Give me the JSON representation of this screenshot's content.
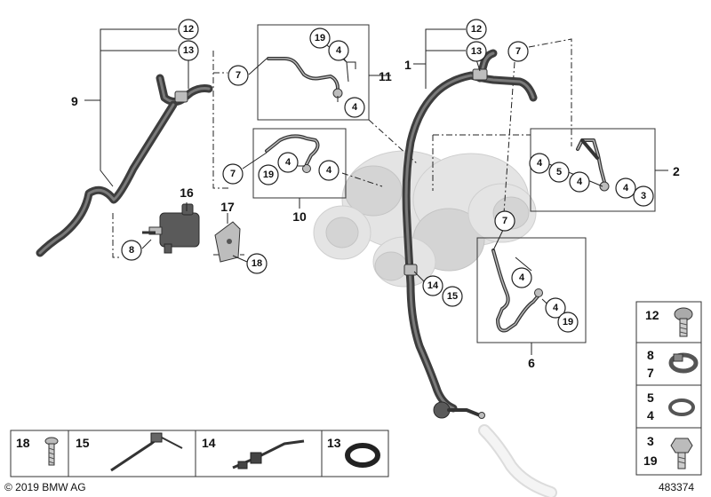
{
  "callouts": {
    "c12a": "12",
    "c13a": "13",
    "c7a": "7",
    "c19a": "19",
    "c4a": "4",
    "c4b": "4",
    "c12b": "12",
    "c13b": "13",
    "c7b": "7",
    "c7c": "7",
    "c4c": "4",
    "c19b": "19",
    "c4d": "4",
    "c4e": "4",
    "c5a": "5",
    "c4f": "4",
    "c4g": "4",
    "c3a": "3",
    "c7d": "7",
    "c4h": "4",
    "c4i": "4",
    "c19c": "19",
    "c8a": "8",
    "c18a": "18",
    "c14a": "14",
    "c15a": "15"
  },
  "labels": {
    "l9": "9",
    "l11": "11",
    "l1": "1",
    "l2": "2",
    "l10": "10",
    "l16": "16",
    "l17": "17",
    "l6": "6"
  },
  "bottom_legend": [
    {
      "label": "18"
    },
    {
      "label": "15"
    },
    {
      "label": "14"
    },
    {
      "label": "13"
    }
  ],
  "side_legend": [
    {
      "top": "12",
      "bottom": ""
    },
    {
      "top": "8",
      "bottom": "7"
    },
    {
      "top": "5",
      "bottom": "4"
    },
    {
      "top": "3",
      "bottom": "19"
    }
  ],
  "footer": {
    "copyright": "© 2019 BMW AG",
    "diagram_number": "483374"
  }
}
